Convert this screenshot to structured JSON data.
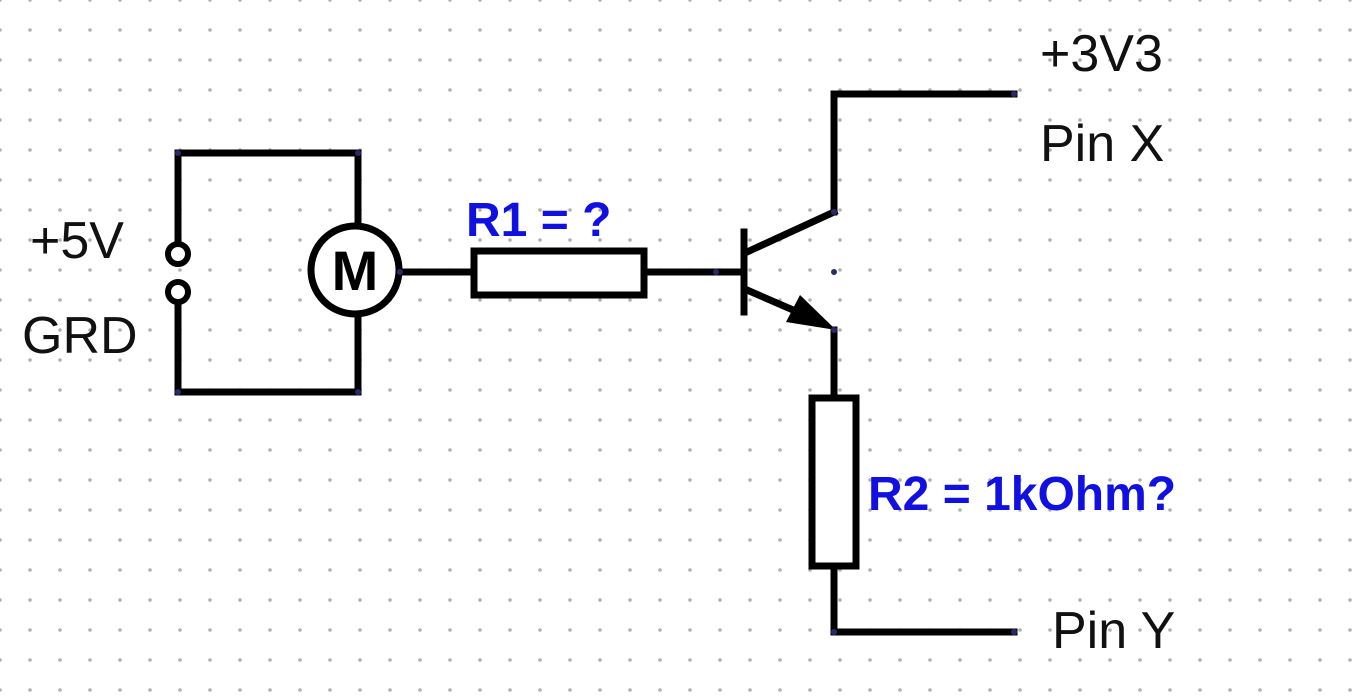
{
  "labels": {
    "supply_5v": "+5V",
    "ground": "GRD",
    "supply_3v3": "+3V3",
    "pin_x": "Pin X",
    "pin_y": "Pin Y",
    "r1": "R1 = ?",
    "r2": "R2 = 1kOhm?"
  },
  "motor": {
    "symbol": "M"
  },
  "colors": {
    "wire": "#000000",
    "value_label": "#1010e0",
    "grid_dot": "#b0b0b0",
    "node_dot": "#2a2a6a"
  },
  "icons": {
    "motor": "motor-icon",
    "transistor": "npn-transistor-icon",
    "resistor": "resistor-icon",
    "terminal": "terminal-icon"
  }
}
